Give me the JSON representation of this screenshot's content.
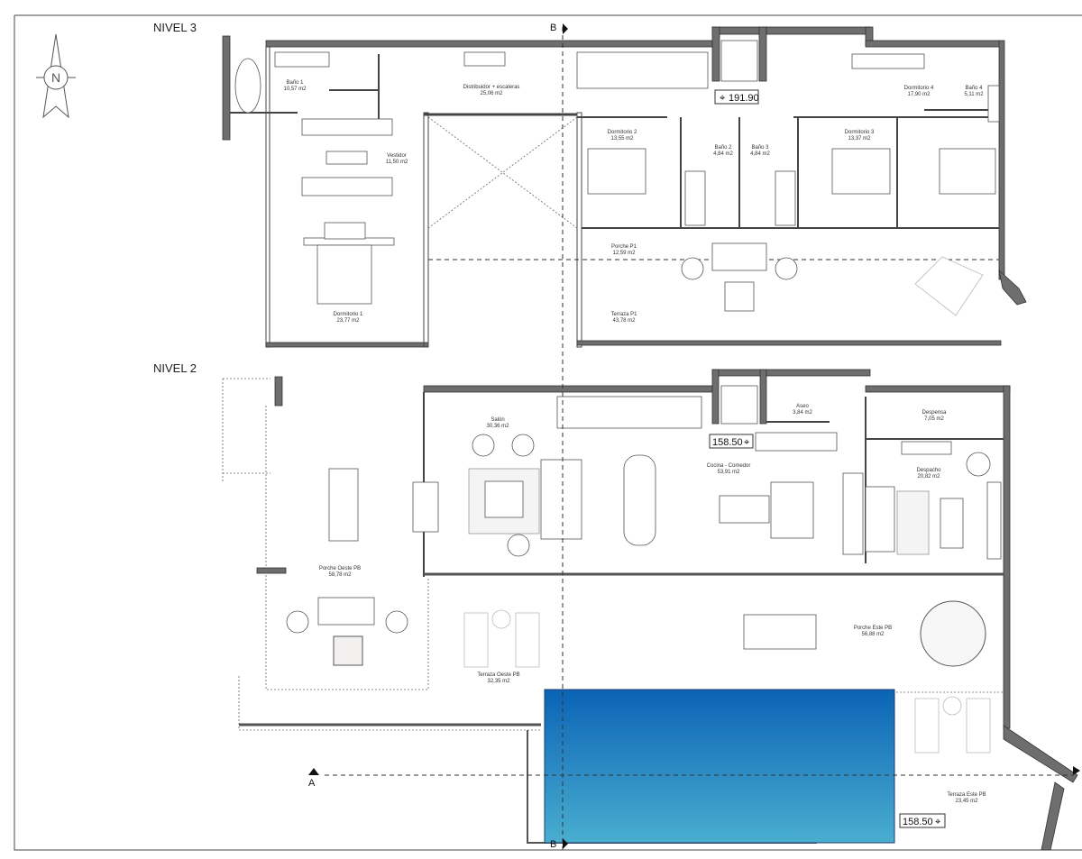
{
  "levels": {
    "upper": {
      "title": "NIVEL 3",
      "level_mark": "191.90",
      "rooms": [
        {
          "name": "Baño 1",
          "area": "10,57 m2"
        },
        {
          "name": "Distribuidor + escaleras",
          "area": "25,06 m2"
        },
        {
          "name": "Vestidor",
          "area": "11,50 m2"
        },
        {
          "name": "Dormitorio 1",
          "area": "23,77 m2"
        },
        {
          "name": "Dormitorio 2",
          "area": "13,55 m2"
        },
        {
          "name": "Baño 2",
          "area": "4,84 m2"
        },
        {
          "name": "Baño 3",
          "area": "4,84 m2"
        },
        {
          "name": "Dormitorio 3",
          "area": "13,37 m2"
        },
        {
          "name": "Dormitorio 4",
          "area": "17,90 m2"
        },
        {
          "name": "Baño 4",
          "area": "5,11 m2"
        },
        {
          "name": "Porche P1",
          "area": "12,59 m2"
        },
        {
          "name": "Terraza P1",
          "area": "43,78 m2"
        }
      ]
    },
    "lower": {
      "title": "NIVEL 2",
      "level_mark": "158.50",
      "pool_level_mark": "158.50",
      "rooms": [
        {
          "name": "Salón",
          "area": "30,36 m2"
        },
        {
          "name": "Aseo",
          "area": "3,84 m2"
        },
        {
          "name": "Despensa",
          "area": "7,05 m2"
        },
        {
          "name": "Cocina - Comedor",
          "area": "53,91 m2"
        },
        {
          "name": "Despacho",
          "area": "20,82 m2"
        },
        {
          "name": "Porche Oeste PB",
          "area": "58,78 m2"
        },
        {
          "name": "Terraza Oeste PB",
          "area": "32,35 m2"
        },
        {
          "name": "Porche Este PB",
          "area": "56,88 m2"
        },
        {
          "name": "Terraza Este PB",
          "area": "23,45 m2"
        }
      ]
    }
  },
  "north_arrow": {
    "label": "N"
  },
  "section_marks": {
    "b_top": "B",
    "b_bottom": "B",
    "a_left": "A"
  },
  "colors": {
    "pool_top": "#0b63b5",
    "pool_bottom": "#4aaed0",
    "walls": "#6e6e6e"
  }
}
